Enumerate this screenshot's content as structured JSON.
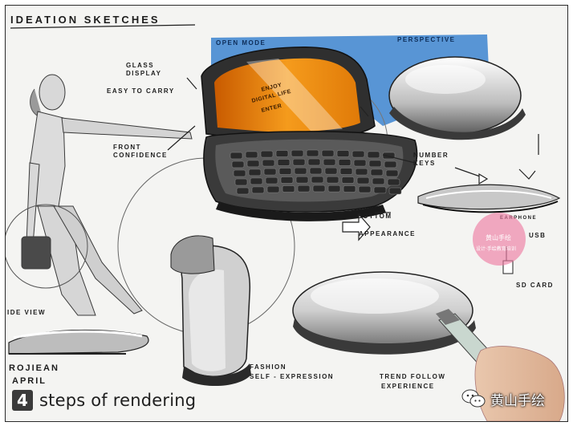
{
  "sketch": {
    "title": "IDEATION SKETCHES",
    "labels": {
      "open_mode": "OPEN MODE",
      "perspective": "PERSPECTIVE",
      "glass_display": "GLASS",
      "glass_display_2": "DISPLAY",
      "easy_to_carry": "EASY TO CARRY",
      "front_confidence": "FRONT",
      "front_confidence_2": "CONFIDENCE",
      "number_keys": "NUMBER",
      "number_keys_2": "KEYS",
      "bottom": "BOTTOM",
      "appearance": "APPEARANCE",
      "side_view": "IDE VIEW",
      "fashion": "FASHION",
      "self_expression": "SELF - EXPRESSION",
      "trend_follow": "TREND FOLLOW",
      "experience": "EXPERIENCE",
      "earphone": "EARPHONE",
      "usb": "USB",
      "sd_card": "SD CARD",
      "signature": "ROJIEAN",
      "signature_2": "APRIL"
    },
    "screen_text": {
      "line1": "ENJOY",
      "line2": "DIGITAL LIFE",
      "line3": "ENTER"
    },
    "stamp_text": {
      "line1": "黄山手绘",
      "line2": "设计·手绘教育培训"
    }
  },
  "caption": {
    "number": "4",
    "text": "steps of rendering"
  },
  "watermark": {
    "text": "黄山手绘",
    "icon": "wechat-icon"
  },
  "colors": {
    "screen_orange": "#f08a10",
    "backdrop_blue": "#3c84d0",
    "marker_gray": "#8a8a8a",
    "ink": "#1d1d1d",
    "stamp_pink": "#ee78a0"
  }
}
